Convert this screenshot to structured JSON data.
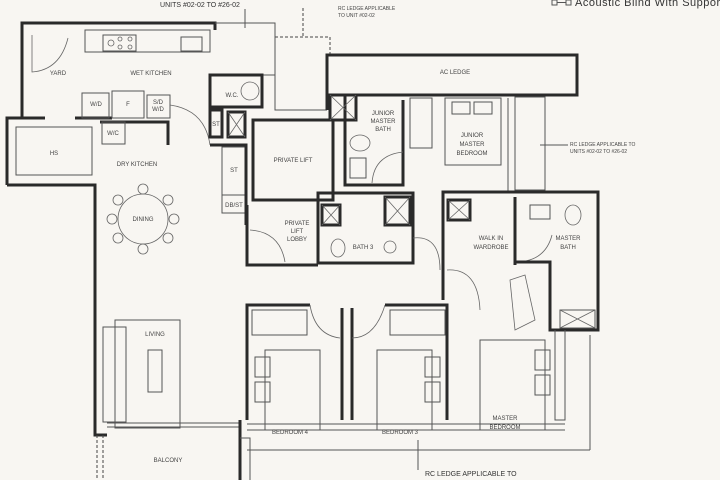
{
  "legend": {
    "label": "Acoustic Blind With Supports",
    "icon": "acoustic-blind-symbol"
  },
  "annotations": {
    "top_cut": "UNITS #02-02 TO #26-02",
    "rc_ledge_top_1": "RC LEDGE APPLICABLE",
    "rc_ledge_top_2": "TO UNIT #02-02",
    "rc_ledge_right_1": "RC LEDGE APPLICABLE TO",
    "rc_ledge_right_2": "UNITS #02-02 TO #26-02",
    "rc_ledge_bottom": "RC LEDGE APPLICABLE TO"
  },
  "rooms": {
    "yard": "YARD",
    "wet_kitchen": "WET KITCHEN",
    "wd": "W/D",
    "fridge": "F",
    "sd": "S/D",
    "sd_wd": "W/D",
    "wc_kitchen": "W/C",
    "hs": "HS",
    "dry_kitchen": "DRY KITCHEN",
    "dining": "DINING",
    "wc": "W.C.",
    "st1": "ST",
    "st2": "ST",
    "dbst": "DB/ST",
    "private_lift": "PRIVATE LIFT",
    "lobby_1": "PRIVATE",
    "lobby_2": "LIFT",
    "lobby_3": "LOBBY",
    "jr_bath_1": "JUNIOR",
    "jr_bath_2": "MASTER",
    "jr_bath_3": "BATH",
    "ac_ledge": "AC LEDGE",
    "jr_bed_1": "JUNIOR",
    "jr_bed_2": "MASTER",
    "jr_bed_3": "BEDROOM",
    "bath3": "BATH 3",
    "wardrobe_1": "WALK IN",
    "wardrobe_2": "WARDROBE",
    "master_bath_1": "MASTER",
    "master_bath_2": "BATH",
    "living": "LIVING",
    "bedroom4": "BEDROOM 4",
    "bedroom3": "BEDROOM 3",
    "master_bed_1": "MASTER",
    "master_bed_2": "BEDROOM",
    "balcony": "BALCONY"
  }
}
